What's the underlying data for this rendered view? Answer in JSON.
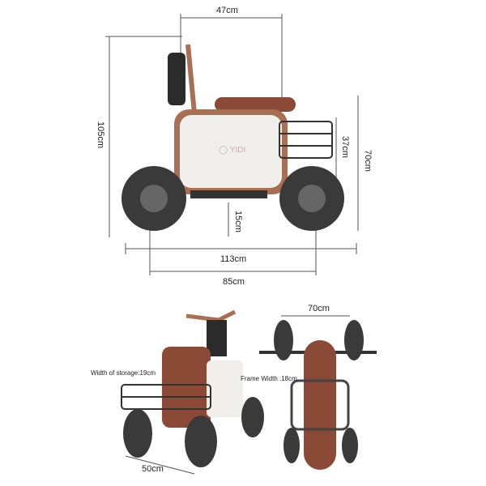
{
  "brand": "YIDI",
  "side_view": {
    "seat_length": "47cm",
    "total_height": "105cm",
    "basket_height": "37cm",
    "seat_height": "70cm",
    "ground_clearance": "15cm",
    "total_length": "113cm",
    "wheelbase": "85cm"
  },
  "rear_view": {
    "storage_width": "Width of storage:19cm",
    "wheel_track": "50cm"
  },
  "front_view": {
    "handlebar_width": "70cm",
    "frame_width": "Frame Width :18cm"
  },
  "colors": {
    "frame": "#a86f55",
    "seat": "#8a4a35",
    "panel": "#f1efec",
    "tire": "#3a3a3a"
  }
}
